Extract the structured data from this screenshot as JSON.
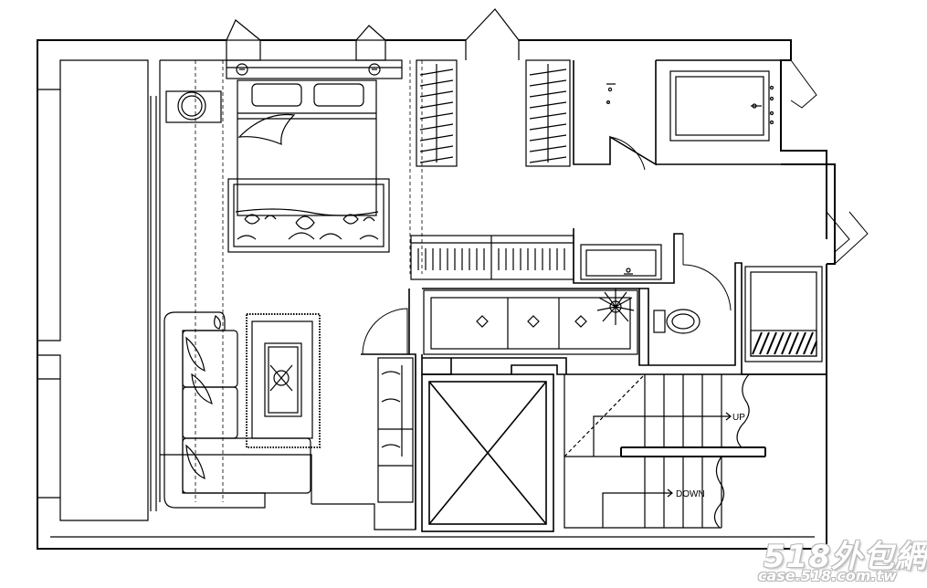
{
  "stairs": {
    "up_label": "UP",
    "down_label": "DOWN"
  },
  "watermark": {
    "brand": "518外包網",
    "site": "case.518.com.tw"
  },
  "colors": {
    "line": "#000000",
    "background": "#ffffff",
    "watermark_outline": "#b9b9b9"
  }
}
